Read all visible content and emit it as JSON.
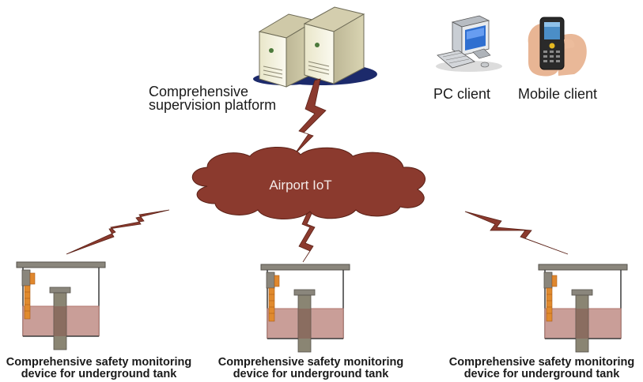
{
  "nodes": {
    "platform": {
      "label_line1": "Comprehensive",
      "label_line2": "supervision platform",
      "icon": "server-pair-icon"
    },
    "pc_client": {
      "label": "PC client",
      "icon": "desktop-computer-icon"
    },
    "mobile_client": {
      "label": "Mobile client",
      "icon": "handheld-device-icon"
    },
    "cloud": {
      "label": "Airport IoT",
      "icon": "cloud-icon"
    },
    "devices": [
      {
        "label_line1": "Comprehensive safety monitoring",
        "label_line2": "device for underground tank"
      },
      {
        "label_line1": "Comprehensive safety monitoring",
        "label_line2": "device for underground tank"
      },
      {
        "label_line1": "Comprehensive safety monitoring",
        "label_line2": "device for underground tank"
      }
    ]
  },
  "colors": {
    "link": "#8b3a2e",
    "cloud": "#8b3a2e",
    "tank_liquid": "#c79a95",
    "tank_frame": "#7a7a72",
    "sensor": "#e0882e"
  }
}
